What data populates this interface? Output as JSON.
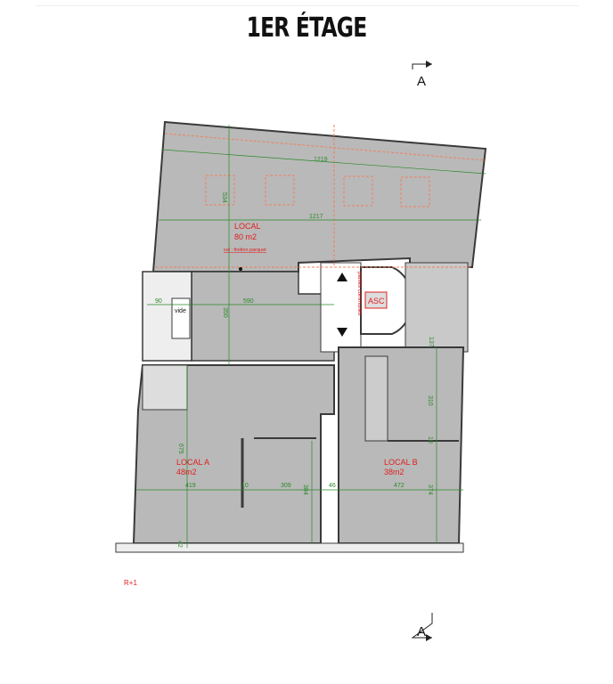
{
  "title": "1ER ÉTAGE",
  "section_marker": "A",
  "level": "R+1",
  "rooms": {
    "local": {
      "name": "LOCAL",
      "area": "80 m2",
      "note": "sol : finition parquet"
    },
    "local_a": {
      "name": "LOCAL A",
      "area": "48m2"
    },
    "local_b": {
      "name": "LOCAL B",
      "area": "38m2"
    },
    "vide": "vide",
    "elevator": "ASC",
    "common": "parties communes"
  },
  "dimensions": {
    "d1219": "1219",
    "d1217": "1217",
    "d534": "534",
    "d590": "590",
    "d350": "350",
    "d90": "90",
    "d137": "137",
    "d310": "310",
    "d10b": "10",
    "d675": "675",
    "d419": "419",
    "d10a": "10",
    "d309": "309",
    "d384": "384",
    "d46": "46",
    "d472": "472",
    "d374": "374",
    "d42": "42"
  },
  "colors": {
    "floor": "#b9b9b9",
    "wall": "#3a3a3a",
    "dimension": "#2a8a2a",
    "annotation": "#e02020",
    "dashed": "#f08060"
  }
}
